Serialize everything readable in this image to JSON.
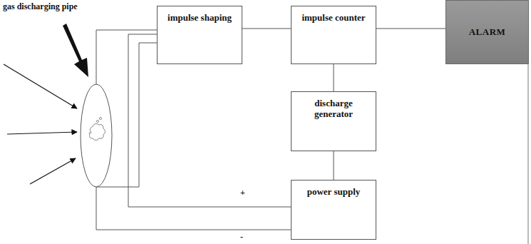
{
  "diagram": {
    "nodes": [
      {
        "text": [
          "impulse shaping"
        ]
      },
      {
        "text": [
          "impulse counter"
        ]
      },
      {
        "text": [
          "ALARM"
        ]
      },
      {
        "text": [
          "discharge generator"
        ]
      },
      {
        "text": [
          "power supply"
        ]
      }
    ],
    "edges": [
      {
        "from": 0,
        "to": 1,
        "arrow": "none"
      },
      {
        "from": 1,
        "to": 2,
        "arrow": "none"
      },
      {
        "from": 1,
        "to": 3,
        "arrow": "none"
      },
      {
        "from": 3,
        "to": 4,
        "arrow": "none"
      }
    ],
    "labels": [
      "gas discharging pipe",
      "+",
      "-"
    ]
  }
}
